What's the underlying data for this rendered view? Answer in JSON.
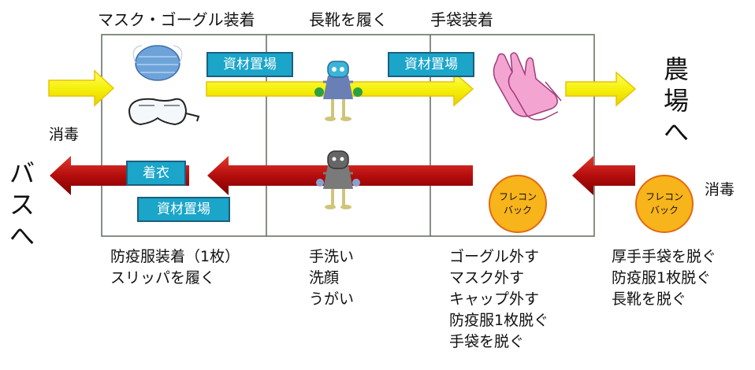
{
  "headers": {
    "mask_goggle": "マスク・ゴーグル装着",
    "boots": "長靴を履く",
    "gloves": "手袋装着"
  },
  "labels": {
    "to_farm": "農場へ",
    "to_bus": "バスへ",
    "disinfect_left": "消毒",
    "disinfect_right": "消毒",
    "material_area": "資材置場",
    "dressing": "着衣",
    "flecon_line1": "フレコン",
    "flecon_line2": "バック"
  },
  "steps": {
    "zone1": [
      "防疫服装着（1枚）",
      "スリッパを履く"
    ],
    "zone2": [
      "手洗い",
      "洗顔",
      "うがい"
    ],
    "zone3": [
      "ゴーグル外す",
      "マスク外す",
      "キャップ外す",
      "防疫服1枚脱ぐ",
      "手袋を脱ぐ"
    ],
    "zone4": [
      "厚手手袋を脱ぐ",
      "防疫服1枚脱ぐ",
      "長靴を脱ぐ"
    ]
  },
  "colors": {
    "yellow_arrow": "#f5f10b",
    "red_arrow": "#c00000",
    "tag_bg": "#1aa5c9",
    "flecon_fill": "#f7b41b"
  }
}
